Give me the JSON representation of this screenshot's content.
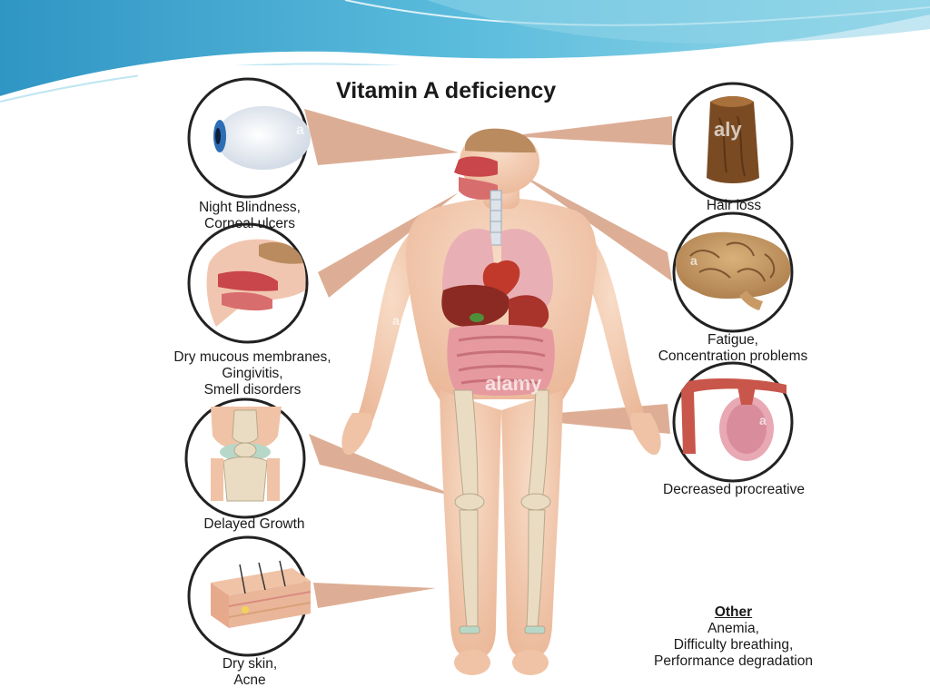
{
  "title": "Vitamin A deficiency",
  "symptoms": {
    "eye": [
      "Night Blindness,",
      "Corneal ulcers"
    ],
    "mouth": [
      "Dry mucous membranes,",
      "Gingivitis,",
      "Smell disorders"
    ],
    "knee": [
      "Delayed Growth"
    ],
    "skin": [
      "Dry skin,",
      "Acne"
    ],
    "hair": [
      "Hair loss"
    ],
    "brain": [
      "Fatigue,",
      "Concentration problems"
    ],
    "reproductive": [
      "Decreased procreative"
    ]
  },
  "other": {
    "heading": "Other",
    "items": [
      "Anemia,",
      "Difficulty breathing,",
      "Performance degradation"
    ]
  },
  "colors": {
    "skin": "#f2c9ad",
    "pointer": "#d9a58a",
    "circle_border": "#222222",
    "header_blue": "#39a6cf",
    "lungs": "#e8b0b4",
    "liver": "#8b2a22",
    "intestine": "#e69aa0",
    "bone": "#e9dcc2"
  }
}
